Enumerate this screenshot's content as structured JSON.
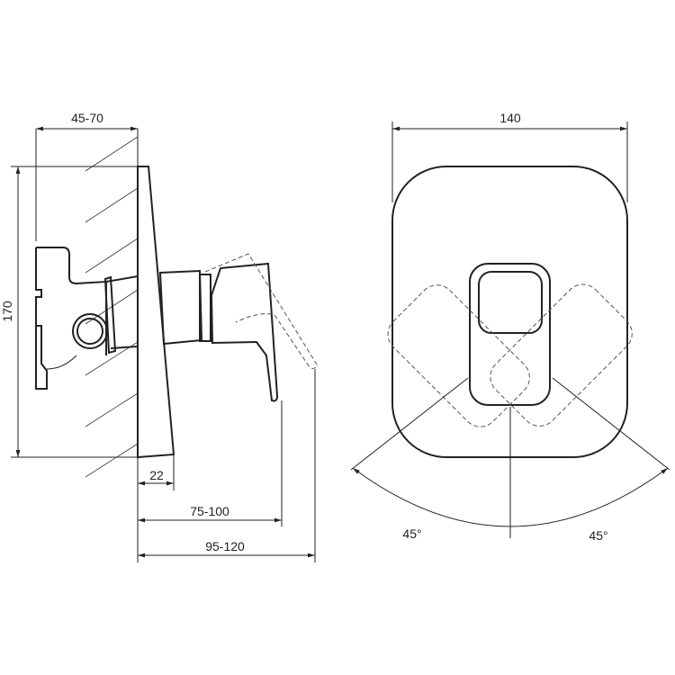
{
  "side_view": {
    "dim_depth": "45-70",
    "dim_height": "170",
    "dim_plate": "22",
    "dim_lever_min": "75-100",
    "dim_total": "95-120"
  },
  "front_view": {
    "dim_width": "140",
    "angle_left": "45°",
    "angle_right": "45°"
  }
}
